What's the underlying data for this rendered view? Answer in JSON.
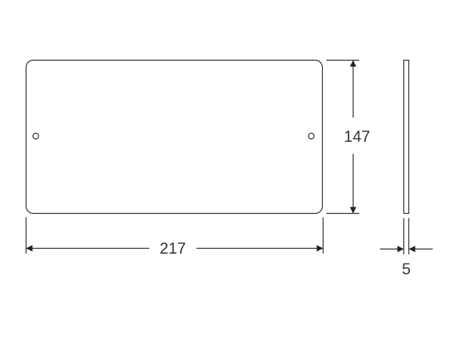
{
  "dimensions": {
    "width_label": "217",
    "height_label": "147",
    "thickness_label": "5"
  },
  "colors": {
    "line": "#222222",
    "fill": "#ffffff"
  }
}
